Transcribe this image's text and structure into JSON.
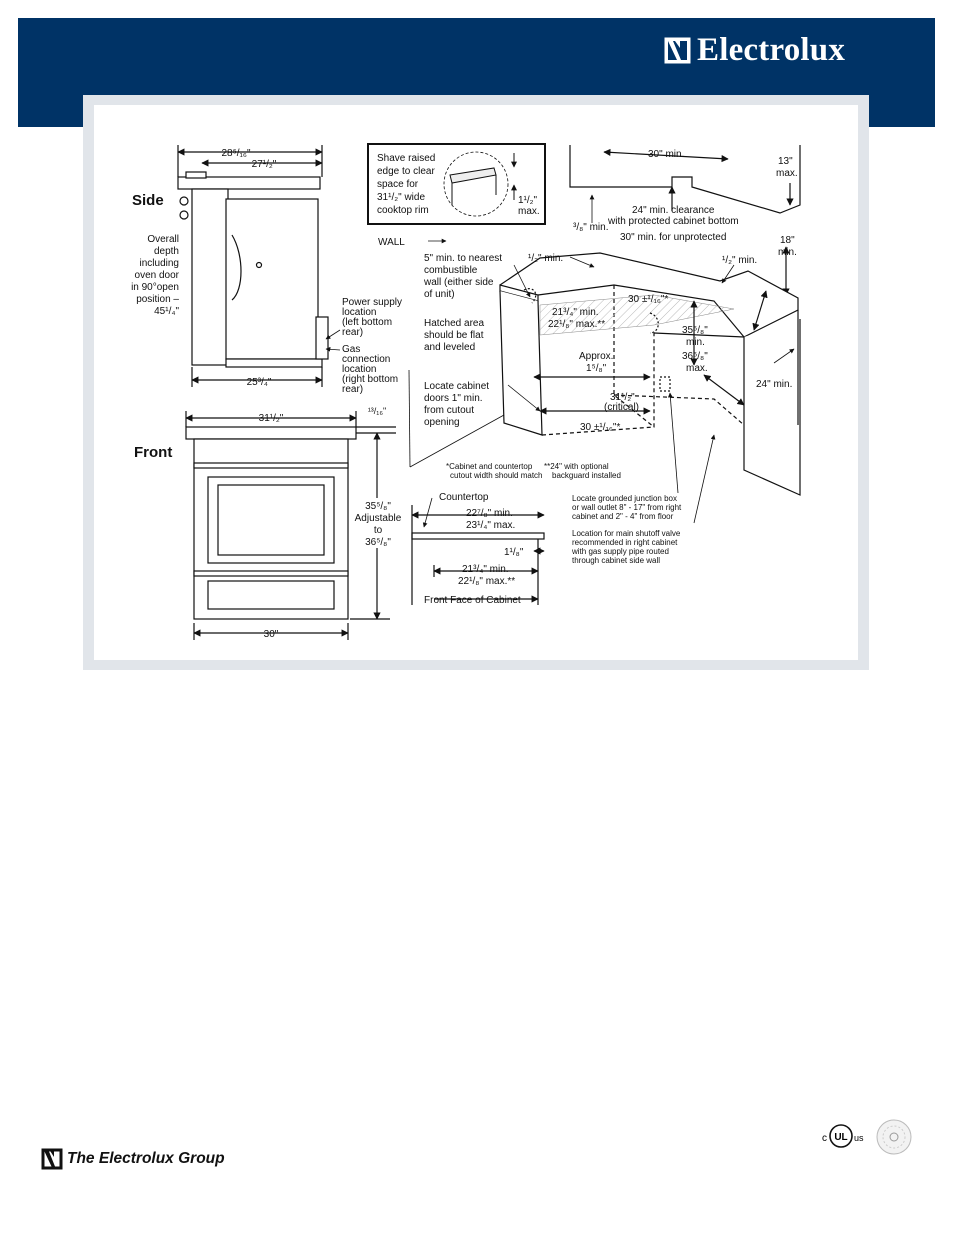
{
  "brand": {
    "name": "Electrolux",
    "logo_icon": "electrolux-logo-icon",
    "header_color": "#003366"
  },
  "side_view": {
    "heading": "Side",
    "dim_overall_top": "28⁵/₁₆\"",
    "dim_top": "27¹/₂\"",
    "overall_depth": [
      "Overall",
      "depth",
      "including",
      "oven door",
      "in 90°open",
      "position –",
      "45¹/₄\""
    ],
    "dim_bottom": "25³/₄\"",
    "power_supply": [
      "Power supply",
      "location",
      "(left bottom",
      "rear)"
    ],
    "gas_connection": [
      "Gas",
      "connection",
      "location",
      "(right bottom",
      "rear)"
    ]
  },
  "front_view": {
    "heading": "Front",
    "dim_top": "31¹/₂\"",
    "dim_small": "¹³/₁₆\"",
    "height_lines": [
      "35⁵/₈\"",
      "Adjustable",
      "to",
      "36⁵/₈\""
    ],
    "dim_bottom": "30\""
  },
  "shave_box": {
    "lines": [
      "Shave raised",
      "edge to clear",
      "space for",
      "31¹/₂\" wide",
      "cooktop rim"
    ],
    "dim": "1¹/₂\"",
    "dim_note": "max."
  },
  "cabinet": {
    "dim_30_min": "30\" min.",
    "dim_13_max": [
      "13\"",
      "max."
    ],
    "dim_3_8": "³/₈\" min.",
    "clearance": [
      "24\" min. clearance",
      "with protected cabinet bottom"
    ],
    "unprotected": "30\" min. for unprotected",
    "dim_18_min": [
      "18\"",
      "min."
    ],
    "wall_label": "WALL",
    "combustible": [
      "5\" min. to nearest",
      "combustible",
      "wall (either side",
      "of unit)"
    ],
    "half_min_left": "¹/₂\" min.",
    "half_min_right": "¹/₂\" min.",
    "dim_30_1_16_top": "30 ±¹/₁₆\"*",
    "dim_21_3_4": [
      "21³/₄\" min.",
      "22¹/₈\" max.**"
    ],
    "dim_35_5_8": [
      "35⁵/₈\"",
      "min.",
      "36⁵/₈\"",
      "max."
    ],
    "hatched": [
      "Hatched area",
      "should be flat",
      "and leveled"
    ],
    "approx": [
      "Approx.",
      "1⁵/₈\""
    ],
    "dim_24_min": "24\" min.",
    "locate_doors": [
      "Locate cabinet",
      "doors 1\" min.",
      "from cutout",
      "opening"
    ],
    "critical": [
      "31¹/₂\"",
      "(critical)"
    ],
    "dim_30_1_16_bottom": "30 ±¹/₁₆\"*",
    "footnote_1": [
      "*Cabinet and countertop",
      "cutout width should match"
    ],
    "footnote_2": [
      "**24\" with optional",
      "backguard installed"
    ],
    "junction_box": [
      "Locate grounded junction box",
      "or wall outlet 8\" - 17\" from right",
      "cabinet and 2\" - 4\" from floor"
    ],
    "shutoff_valve": [
      "Location for main shutoff valve",
      "recommended in right cabinet",
      "with gas supply pipe routed",
      "through cabinet side wall"
    ]
  },
  "countertop": {
    "label": "Countertop",
    "dim_22_7_8": [
      "22⁷/₈\" min.",
      "23¹/₄\" max."
    ],
    "dim_1_1_8": "1¹/₈\"",
    "dim_21_3_4": [
      "21³/₄\" min.",
      "22¹/₈\" max.**"
    ],
    "front_face": "Front Face of Cabinet"
  },
  "footer": {
    "group_name": "The Electrolux Group",
    "logo_icon": "electrolux-group-logo-icon",
    "ul_mark": {
      "left": "c",
      "center": "UL",
      "right": "us"
    },
    "design_seal_icon": "design-certified-seal-icon"
  }
}
